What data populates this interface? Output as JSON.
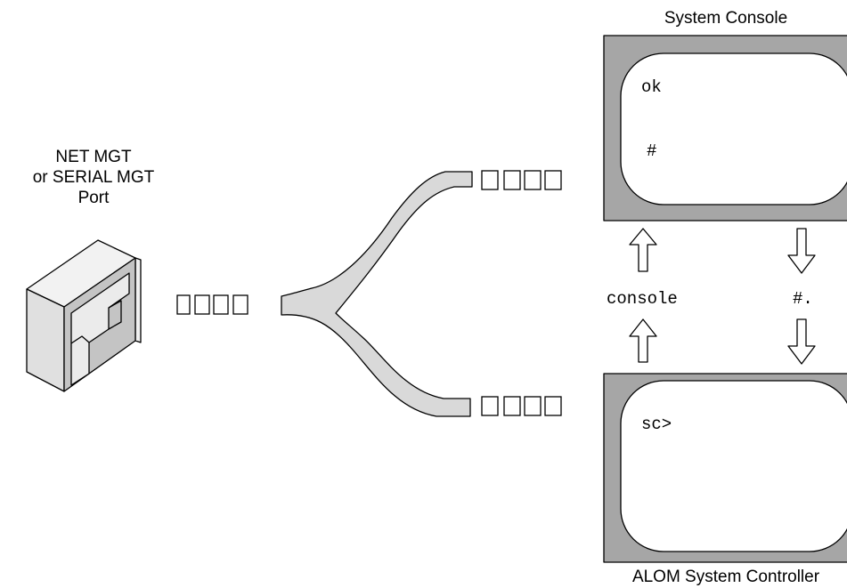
{
  "port_label": [
    "NET MGT",
    "or SERIAL MGT",
    "Port"
  ],
  "system_console": {
    "title": "System Console",
    "lines": [
      "ok",
      "#"
    ]
  },
  "alom_controller": {
    "title": "ALOM System Controller",
    "lines": [
      "sc>"
    ]
  },
  "switch_to_console": "console",
  "switch_to_alom": "#.",
  "colors": {
    "screen_frame": "#a6a6a6",
    "cable": "#d9d9d9",
    "port_face": "#ebebeb",
    "port_rim": "#c4c4c4"
  }
}
